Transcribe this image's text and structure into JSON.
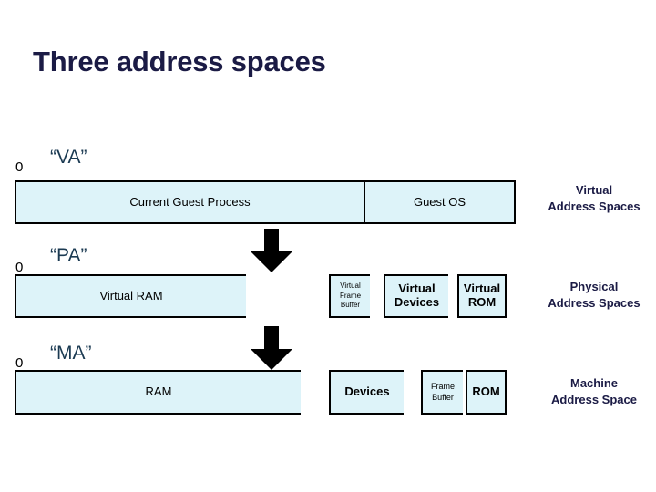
{
  "slide": {
    "title": "Three address spaces",
    "background_color": "#ffffff",
    "title_color": "#1b1b45",
    "cell_fill_color": "#ddf3f9",
    "cell_border_color": "#000000"
  },
  "rows": [
    {
      "zero_label": "0",
      "space_name": "“VA”",
      "caption_line1": "Virtual",
      "caption_line2": "Address Spaces",
      "cells": [
        {
          "label": "Current Guest Process",
          "style": "regular",
          "filled": true
        },
        {
          "label": "Guest OS",
          "style": "regular",
          "filled": true
        }
      ]
    },
    {
      "zero_label": "0",
      "space_name": "“PA”",
      "caption_line1": "Physical",
      "caption_line2": "Address Spaces",
      "cells": [
        {
          "label": "Virtual RAM",
          "style": "regular",
          "filled": true
        },
        {
          "label": "",
          "style": "regular",
          "filled": false
        },
        {
          "label": "Virtual\nFrame\nBuffer",
          "style": "tiny",
          "filled": true
        },
        {
          "label": "",
          "style": "regular",
          "filled": false
        },
        {
          "label": "Virtual\nDevices",
          "style": "bold",
          "filled": true
        },
        {
          "label": "",
          "style": "regular",
          "filled": false
        },
        {
          "label": "Virtual\nROM",
          "style": "bold",
          "filled": true
        }
      ]
    },
    {
      "zero_label": "0",
      "space_name": "“MA”",
      "caption_line1": "Machine",
      "caption_line2": "Address Space",
      "cells": [
        {
          "label": "RAM",
          "style": "regular",
          "filled": true
        },
        {
          "label": "",
          "style": "regular",
          "filled": false
        },
        {
          "label": "Devices",
          "style": "bold",
          "filled": true
        },
        {
          "label": "",
          "style": "regular",
          "filled": false
        },
        {
          "label": "Frame\nBuffer",
          "style": "small",
          "filled": true
        },
        {
          "label": "",
          "style": "regular",
          "filled": false
        },
        {
          "label": "ROM",
          "style": "bold",
          "filled": true
        }
      ]
    }
  ],
  "arrows": [
    {
      "name": "arrow-va-to-pa",
      "direction": "down"
    },
    {
      "name": "arrow-pa-to-ma",
      "direction": "down"
    }
  ]
}
